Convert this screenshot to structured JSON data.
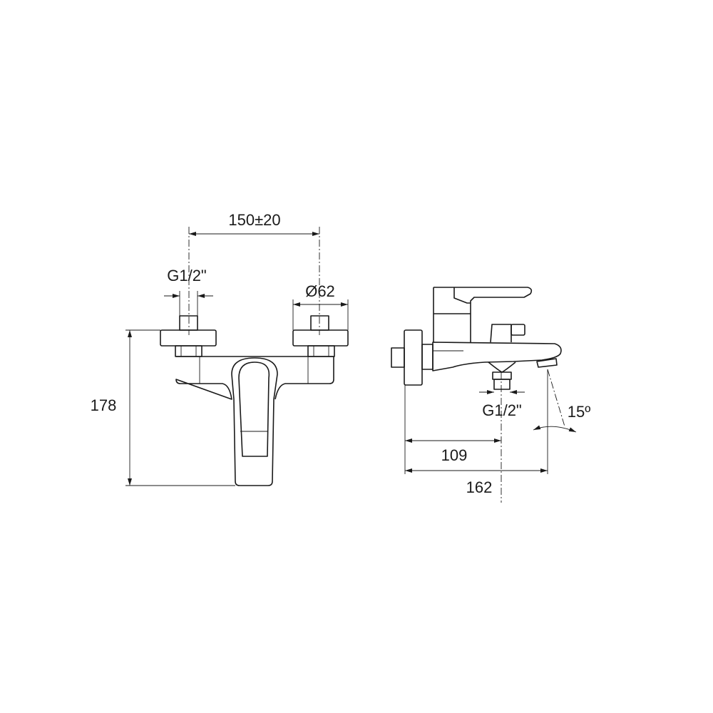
{
  "front_view": {
    "center_distance": "150±20",
    "inlet_thread": "G1/2\"",
    "flange_diameter": "Ø62",
    "height": "178"
  },
  "side_view": {
    "outlet_thread": "G1/2\"",
    "spout_angle": "15º",
    "outlet_depth": "109",
    "total_depth": "162"
  }
}
